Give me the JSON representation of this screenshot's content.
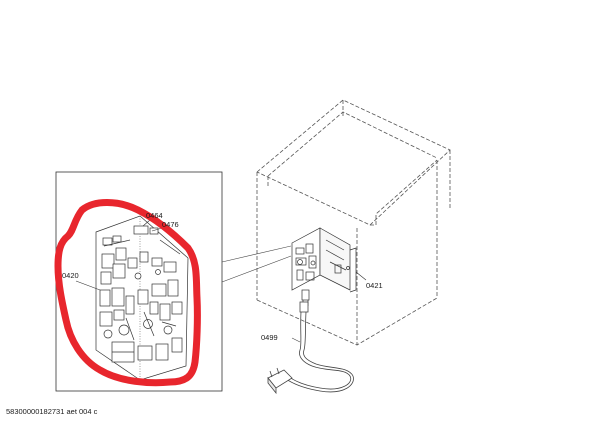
{
  "diagram": {
    "part_labels": {
      "p0464": "0464",
      "p0476": "0476",
      "p0420": "0420",
      "p0421": "0421",
      "p0499": "0499"
    },
    "footer_code": "58300000182731 aet 004 c",
    "highlight_color": "#e8262d"
  }
}
